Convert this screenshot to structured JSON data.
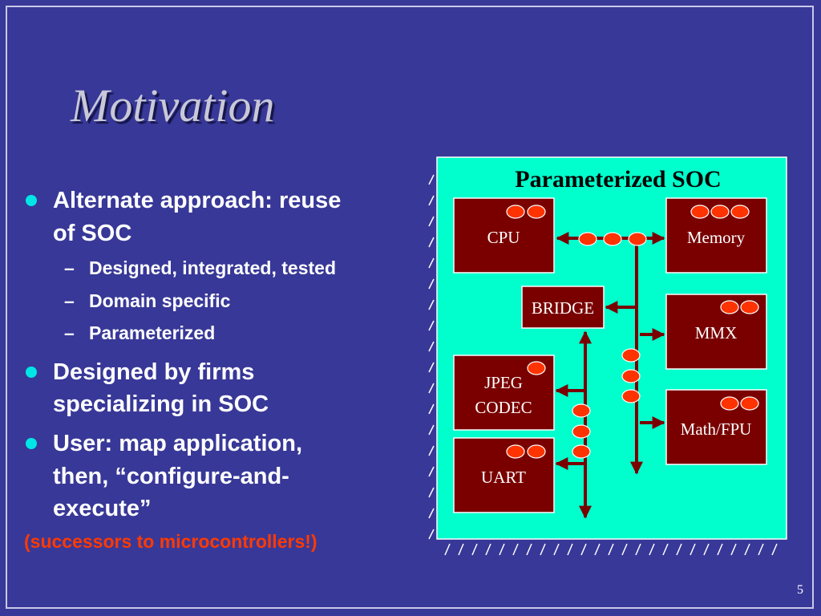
{
  "slide": {
    "title": "Motivation",
    "page_number": "5"
  },
  "bullets": [
    {
      "lines": [
        "Alternate approach: reuse",
        "of SOC"
      ],
      "sub": [
        "Designed, integrated, tested",
        "Domain specific",
        "Parameterized"
      ]
    },
    {
      "lines": [
        "Designed by firms",
        "specializing in SOC"
      ],
      "sub": []
    },
    {
      "lines": [
        "User: map application,",
        "then, “configure-and-",
        "execute”"
      ],
      "sub": []
    }
  ],
  "note": "(successors to microcontrollers!)",
  "diagram": {
    "title": "Parameterized SOC",
    "blocks": {
      "cpu": "CPU",
      "memory": "Memory",
      "bridge": "BRIDGE",
      "mmx": "MMX",
      "jpeg_codec_line1": "JPEG",
      "jpeg_codec_line2": "CODEC",
      "math_fpu": "Math/FPU",
      "uart": "UART"
    }
  },
  "colors": {
    "background": "#383898",
    "panel": "#00ffcc",
    "block": "#7a0000",
    "connector": "#ff3300",
    "bullet_dot": "#00e6e6",
    "note": "#ff3a00"
  }
}
